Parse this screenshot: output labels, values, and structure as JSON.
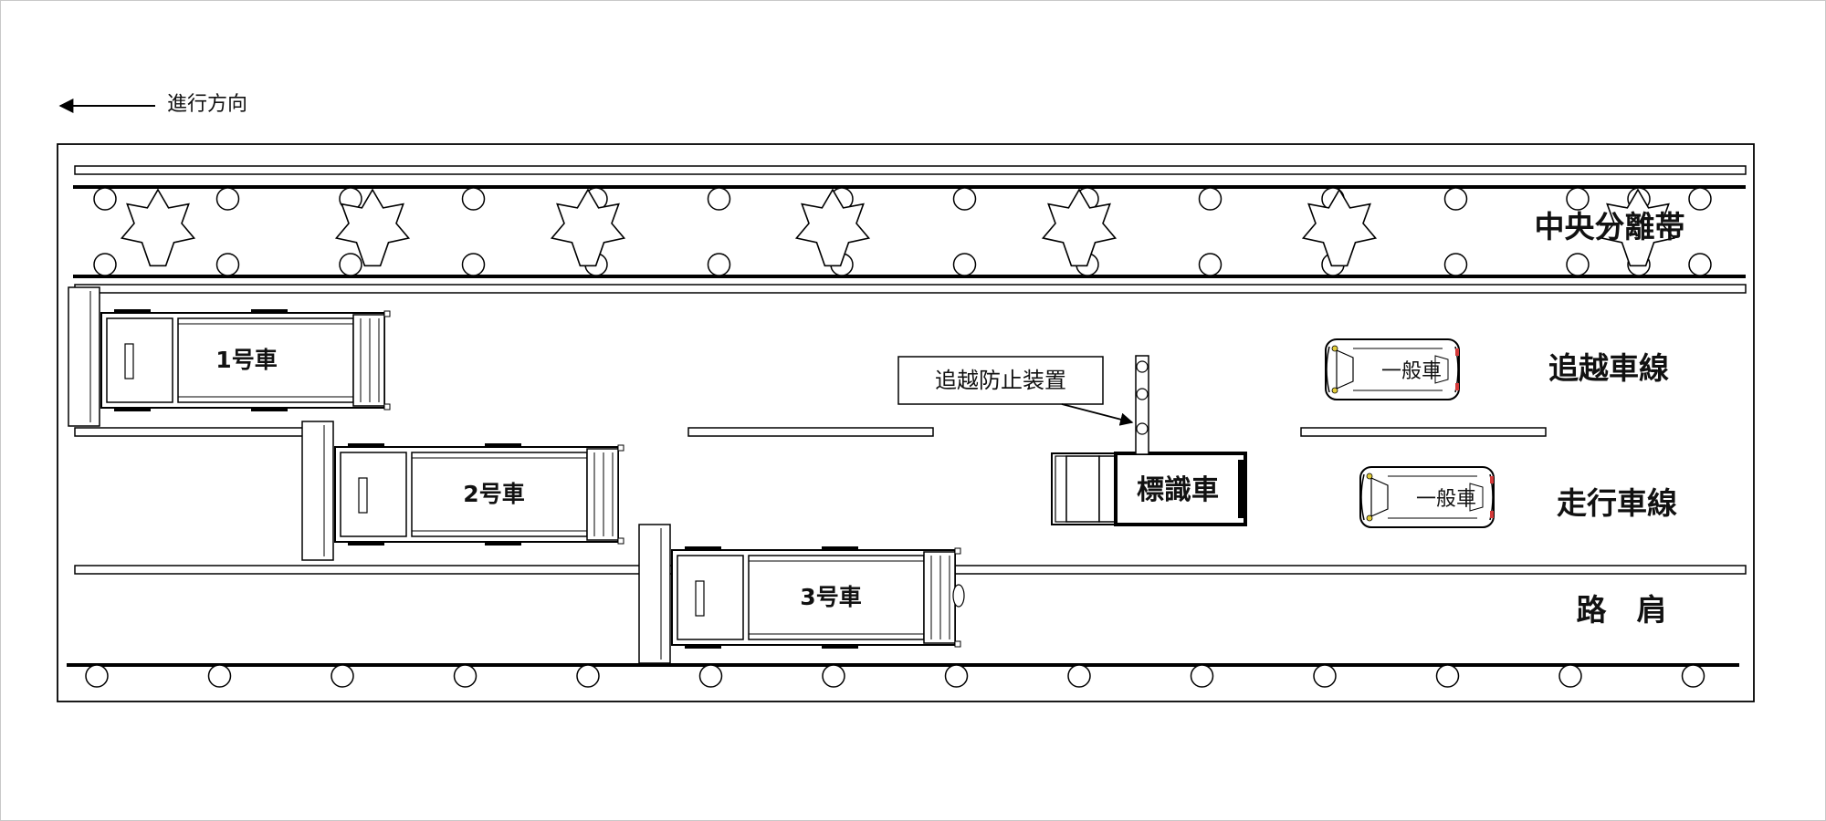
{
  "direction": {
    "label": "進行方向"
  },
  "zones": {
    "median": "中央分離帯",
    "passing_lane": "追越車線",
    "driving_lane": "走行車線",
    "shoulder": "路　肩"
  },
  "vehicles": {
    "truck1": "1号車",
    "truck2": "2号車",
    "truck3": "3号車",
    "sign_truck": "標識車",
    "car_passing": "一般車",
    "car_driving": "一般車"
  },
  "device_callout": "追越防止装置"
}
